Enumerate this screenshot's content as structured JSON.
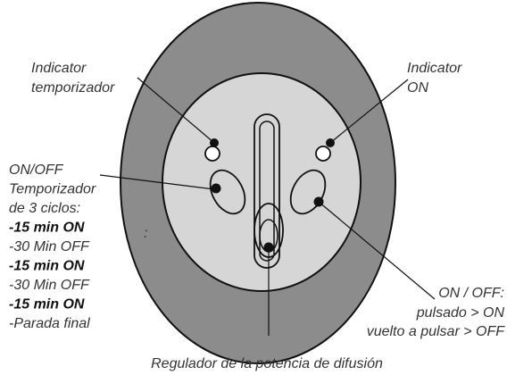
{
  "labels": {
    "indicator_timer": {
      "line1": "Indicator",
      "line2": "temporizador"
    },
    "indicator_on": {
      "line1": "Indicator",
      "line2": "ON"
    },
    "timer_button": {
      "lines": [
        {
          "text": "ON/OFF",
          "bold": false
        },
        {
          "text": "Temporizador",
          "bold": false
        },
        {
          "text": "de 3 ciclos:",
          "bold": false
        },
        {
          "text": "-15 min ON",
          "bold": true
        },
        {
          "text": "-30 Min OFF",
          "bold": false
        },
        {
          "text": "-15 min ON",
          "bold": true
        },
        {
          "text": "-30 Min OFF",
          "bold": false
        },
        {
          "text": "-15 min ON",
          "bold": true
        },
        {
          "text": "-Parada final",
          "bold": false
        }
      ]
    },
    "colon_mark": ":",
    "power_button": {
      "line1": "ON / OFF:",
      "line2": "pulsado > ON",
      "line3": "vuelto a pulsar > OFF"
    },
    "diffusion_regulator": "Regulador de la potencia de difusión"
  },
  "colors": {
    "outer_shell": "#8c8c8c",
    "inner_panel": "#d6d6d6",
    "stroke": "#111111",
    "text": "#333333"
  }
}
